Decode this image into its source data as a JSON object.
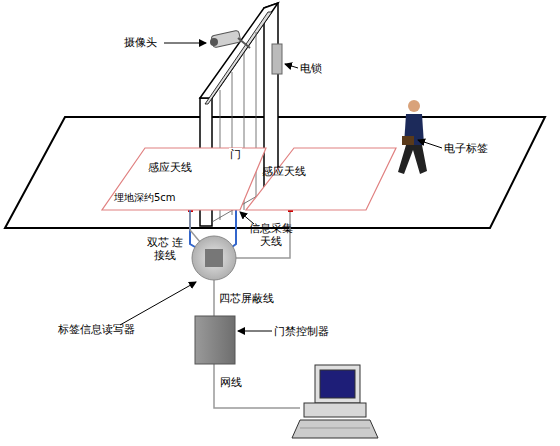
{
  "diagram": {
    "nodes": [
      {
        "text": [
          "感应天线",
          "埋地深约5cm"
        ]
      },
      {
        "text": [
          "感应天线"
        ]
      }
    ],
    "labels": [
      "摄像头",
      "电锁",
      "门",
      "电子标签",
      "信息采集 天线",
      "双芯 连接线",
      "标签信息读写器",
      "四芯屏蔽线",
      "门禁控制器",
      "网线"
    ]
  }
}
